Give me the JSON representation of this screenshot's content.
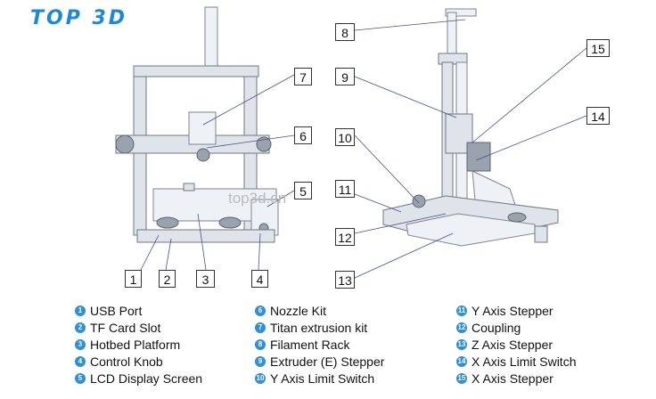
{
  "header": {
    "logo": "TOP 3D"
  },
  "watermark": "top3d.cn",
  "callouts": [
    "1",
    "2",
    "3",
    "4",
    "5",
    "6",
    "7",
    "8",
    "9",
    "10",
    "11",
    "12",
    "13",
    "14",
    "15"
  ],
  "legend": {
    "col1": [
      {
        "num": "1",
        "label": "USB Port"
      },
      {
        "num": "2",
        "label": "TF Card Slot"
      },
      {
        "num": "3",
        "label": "Hotbed Platform"
      },
      {
        "num": "4",
        "label": "Control Knob"
      },
      {
        "num": "5",
        "label": "LCD Display Screen"
      }
    ],
    "col2": [
      {
        "num": "6",
        "label": "Nozzle Kit"
      },
      {
        "num": "7",
        "label": "Titan extrusion kit"
      },
      {
        "num": "8",
        "label": "Filament Rack"
      },
      {
        "num": "9",
        "label": "Extruder (E) Stepper"
      },
      {
        "num": "10",
        "label": "Y Axis Limit Switch"
      }
    ],
    "col3": [
      {
        "num": "11",
        "label": "Y Axis Stepper"
      },
      {
        "num": "12",
        "label": "Coupling"
      },
      {
        "num": "13",
        "label": "Z Axis Stepper"
      },
      {
        "num": "14",
        "label": "X Axis Limit Switch"
      },
      {
        "num": "15",
        "label": "X Axis Stepper"
      }
    ]
  },
  "colors": {
    "accent": "#2f8fd8",
    "logo": "#1e88d6",
    "leader": "#4a4e8c"
  }
}
